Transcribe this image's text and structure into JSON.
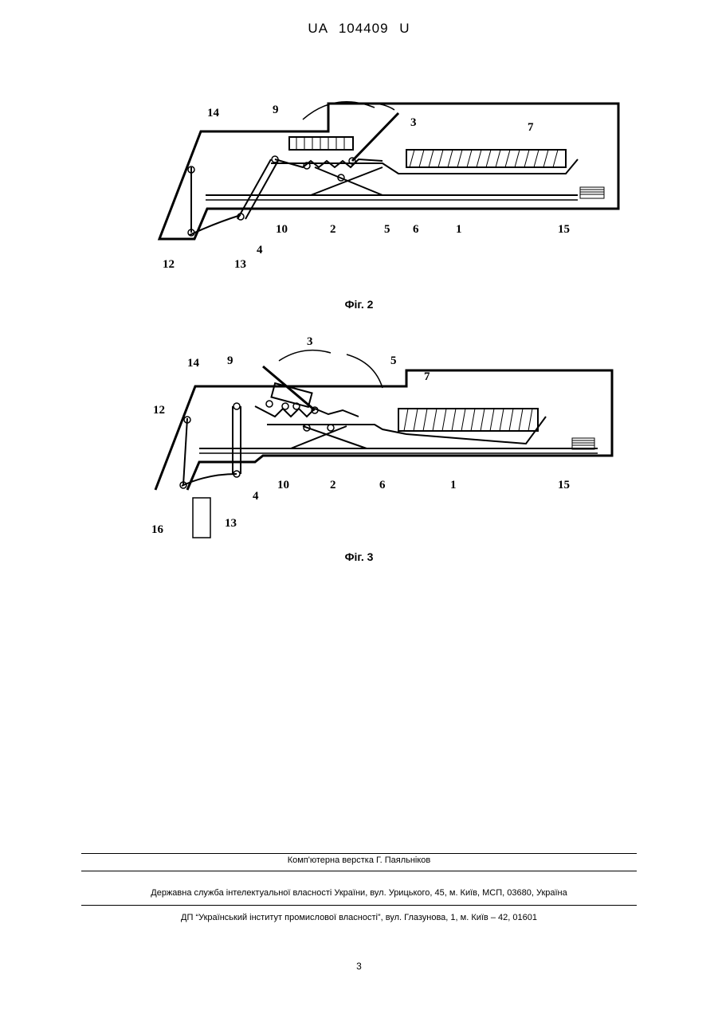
{
  "header": {
    "doc_number": "UA   104409   U"
  },
  "figures": [
    {
      "caption": "Фіг. 2",
      "labels": {
        "l14": "14",
        "l9": "9",
        "l3": "3",
        "l7": "7",
        "l10": "10",
        "l2": "2",
        "l5": "5",
        "l6": "6",
        "l1": "1",
        "l15": "15",
        "l12": "12",
        "l13": "13",
        "l4": "4"
      }
    },
    {
      "caption": "Фіг. 3",
      "labels": {
        "l3": "3",
        "l14": "14",
        "l9": "9",
        "l5": "5",
        "l7": "7",
        "l12": "12",
        "l10": "10",
        "l2": "2",
        "l6": "6",
        "l1": "1",
        "l15": "15",
        "l4": "4",
        "l16": "16",
        "l13": "13"
      }
    }
  ],
  "footer": {
    "typesetting": "Комп'ютерна верстка Г. Паяльніков",
    "publisher": "Державна служба інтелектуальної власності України, вул. Урицького, 45, м. Київ, МСП, 03680, Україна",
    "institute": "ДП “Український інститут промислової власності”, вул. Глазунова, 1, м. Київ – 42, 01601"
  },
  "page_number": "3"
}
